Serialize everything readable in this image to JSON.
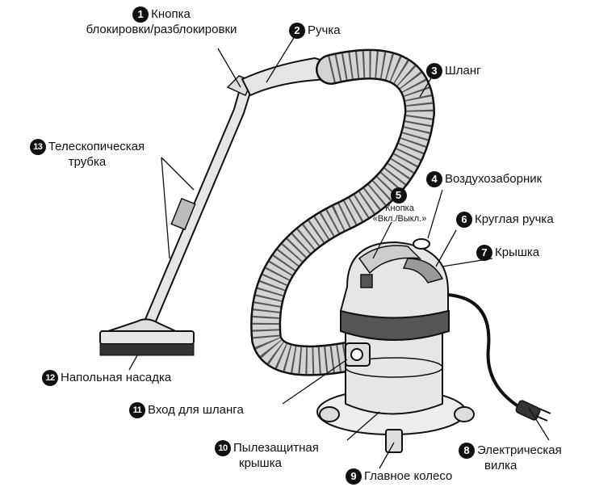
{
  "callouts": [
    {
      "number": "1",
      "text_lines": [
        "Кнопка",
        "блокировки/разблокировки"
      ]
    },
    {
      "number": "2",
      "text_lines": [
        "Ручка"
      ]
    },
    {
      "number": "3",
      "text_lines": [
        "Шланг"
      ]
    },
    {
      "number": "4",
      "text_lines": [
        "Воздухозаборник"
      ]
    },
    {
      "number": "5",
      "text_lines": [
        "Кнопка",
        "«Вкл./Выкл.»"
      ]
    },
    {
      "number": "6",
      "text_lines": [
        "Круглая ручка"
      ]
    },
    {
      "number": "7",
      "text_lines": [
        "Крышка"
      ]
    },
    {
      "number": "8",
      "text_lines": [
        "Электрическая",
        "вилка"
      ]
    },
    {
      "number": "9",
      "text_lines": [
        "Главное колесо"
      ]
    },
    {
      "number": "10",
      "text_lines": [
        "Пылезащитная",
        "крышка"
      ]
    },
    {
      "number": "11",
      "text_lines": [
        "Вход для шланга"
      ]
    },
    {
      "number": "12",
      "text_lines": [
        "Напольная насадка"
      ]
    },
    {
      "number": "13",
      "text_lines": [
        "Телескопическая",
        "трубка"
      ]
    }
  ],
  "colors": {
    "ink": "#111111",
    "body_fill": "#e6e6e6",
    "hose_fill": "#d4d4d4",
    "background": "#ffffff"
  }
}
